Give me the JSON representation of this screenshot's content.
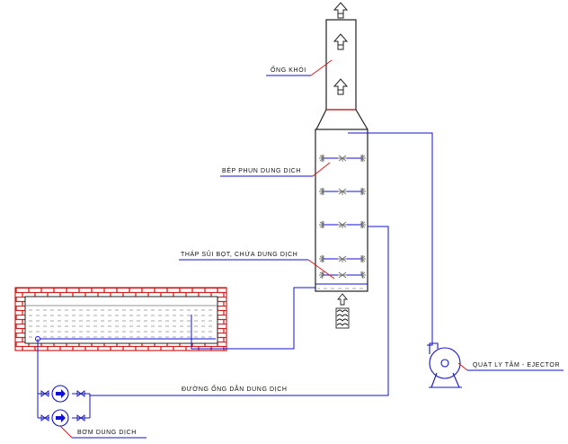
{
  "labels": {
    "chimney": "ỐNG KHÓI",
    "spray_nozzle": "BÉP PHUN DUNG DỊCH",
    "bubble_tower": "THÁP SỦI BỌT, CHỨA DUNG DỊCH",
    "pipeline": "ĐƯỜNG ỐNG DẪN DUNG DỊCH",
    "pump": "BƠM DUNG DỊCH",
    "fan": "QUẠT LY TÂM - EJECTOR"
  },
  "colors": {
    "line": "#1010d0",
    "leader": "#e01010",
    "brick": "#d22020",
    "outline": "#202020",
    "nozzle": "#707070"
  },
  "icons": {
    "exhaust_arrow": "up-arrow-icon",
    "flue_gas_inlet": "smoke-inlet-icon",
    "pump": "pump-icon",
    "fan": "centrifugal-fan-icon"
  }
}
